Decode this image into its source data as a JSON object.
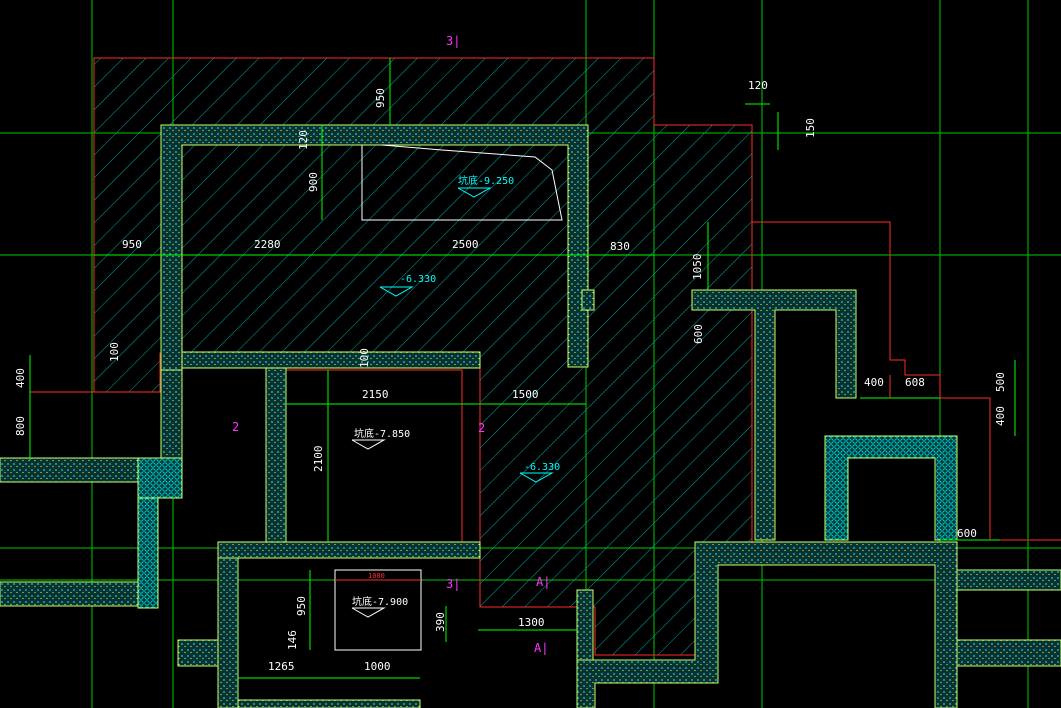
{
  "colors": {
    "background": "#000000",
    "grid": "#00c800",
    "outline": "#ff2a2a",
    "hatch": "#00a8a8",
    "wall": "#c8ff64",
    "wall_fill": "#0a3a3a",
    "dimension": "#00ff00",
    "text": "#ffffff",
    "label": "#ff33ff"
  },
  "axes": {
    "a1": "3|",
    "a2": "2",
    "a3": "2",
    "a4": "3|",
    "a5": "A|",
    "a6": "A|"
  },
  "levels": {
    "l1": "坑底-9.250",
    "l2": "-6.330",
    "l3": "坑底-7.850",
    "l4": "-6.330",
    "l5": "坑底-7.900"
  },
  "dims": {
    "d950_top": "950",
    "d120_top": "120",
    "d150": "150",
    "d120_a": "120",
    "d900": "900",
    "d950_left": "950",
    "d2280": "2280",
    "d2500": "2500",
    "d830": "830",
    "d1050": "1050",
    "d600": "600",
    "d100_a": "100",
    "d100_b": "100",
    "d400_left": "400",
    "d800": "800",
    "d2150": "2150",
    "d1500": "1500",
    "d2100": "2100",
    "d400_r": "400",
    "d608": "608",
    "d500": "500",
    "d400_r2": "400",
    "d600_r": "600",
    "d1000_red": "1000",
    "d950_b": "950",
    "d146": "146",
    "d1265": "1265",
    "d1000": "1000",
    "d390": "390",
    "d1300": "1300"
  }
}
